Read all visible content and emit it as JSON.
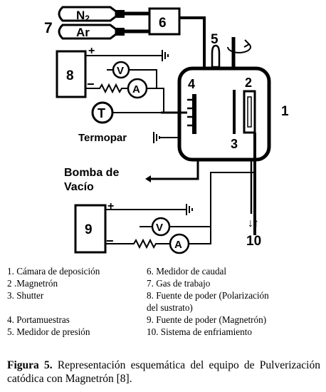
{
  "diagram": {
    "gas1": "N",
    "gas1_sub": "2",
    "gas2": "Ar",
    "n7": "7",
    "n6": "6",
    "n5": "5",
    "n8": "8",
    "n4": "4",
    "n2": "2",
    "n1": "1",
    "n3": "3",
    "n9": "9",
    "n10": "10",
    "termopar": "Termopar",
    "bomba1": "Bomba de",
    "bomba2": "Vacío",
    "voltmeter": "V",
    "ammeter": "A",
    "thermometer": "T",
    "plus": "+",
    "minus": "−",
    "cooling_arrows": "↓↑"
  },
  "legend": {
    "left": [
      "1. Cámara de deposición",
      "2 .Magnetrón",
      "3. Shutter",
      "",
      "4. Portamuestras",
      "5. Medidor de presión"
    ],
    "right": [
      "6. Medidor de caudal",
      "7. Gas de trabajo",
      "8. Fuente de poder (Polarización",
      "del sustrato)",
      "9. Fuente de poder (Magnetrón)",
      "10. Sistema de enfriamiento"
    ]
  },
  "caption": {
    "label": "Figura 5.",
    "text": " Representación esquemática del equipo de Pulverización catódica con Magnetrón [8]."
  }
}
